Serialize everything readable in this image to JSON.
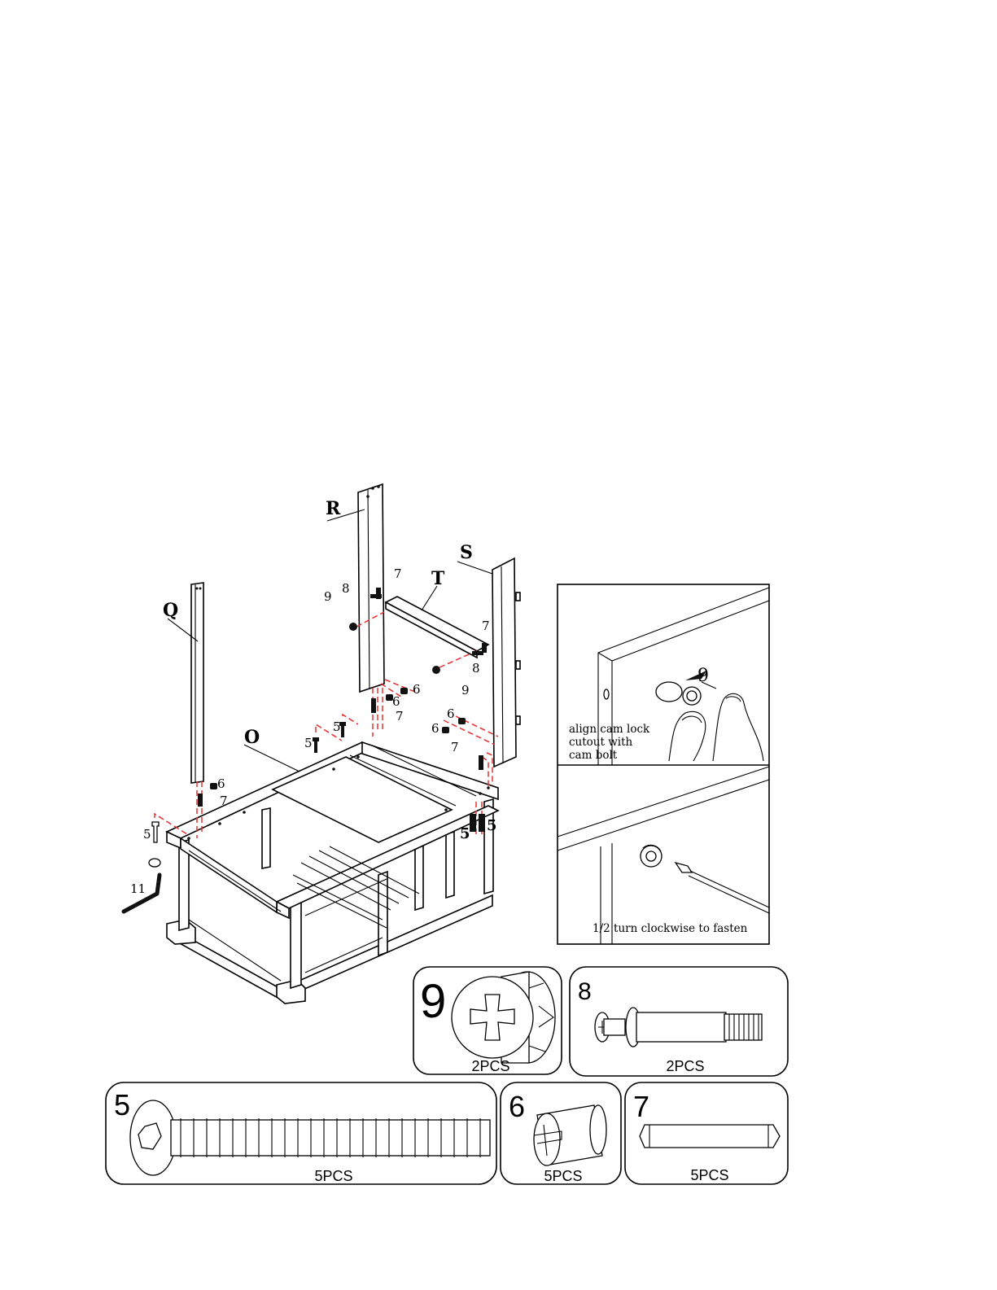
{
  "panel_labels": {
    "R": "R",
    "S": "S",
    "T": "T",
    "Q": "Q",
    "O": "O"
  },
  "hardware_callouts": {
    "c7a": "7",
    "c8a": "8",
    "c9a": "9",
    "c7b": "7",
    "c8b": "8",
    "c9b": "9",
    "c6a": "6",
    "c6b": "6",
    "c7c": "7",
    "c5a": "5",
    "c5b": "5",
    "c6c": "6",
    "c6d": "6",
    "c7d": "7",
    "c6e": "6",
    "c7e": "7",
    "c5c": "5",
    "c5d": "5",
    "c5e": "5",
    "c11": "11"
  },
  "detail": {
    "top_number": "9",
    "top_caption": [
      "align cam lock",
      "cutout with",
      "cam bolt"
    ],
    "bottom_caption": "1/2 turn clockwise to fasten"
  },
  "hardware_parts": [
    {
      "number": "9",
      "qty": "2PCS",
      "icon": "cam-lock-icon"
    },
    {
      "number": "8",
      "qty": "2PCS",
      "icon": "cam-bolt-icon"
    },
    {
      "number": "5",
      "qty": "5PCS",
      "icon": "screw-bolt-icon"
    },
    {
      "number": "6",
      "qty": "5PCS",
      "icon": "barrel-nut-icon"
    },
    {
      "number": "7",
      "qty": "5PCS",
      "icon": "wooden-dowel-icon"
    }
  ]
}
